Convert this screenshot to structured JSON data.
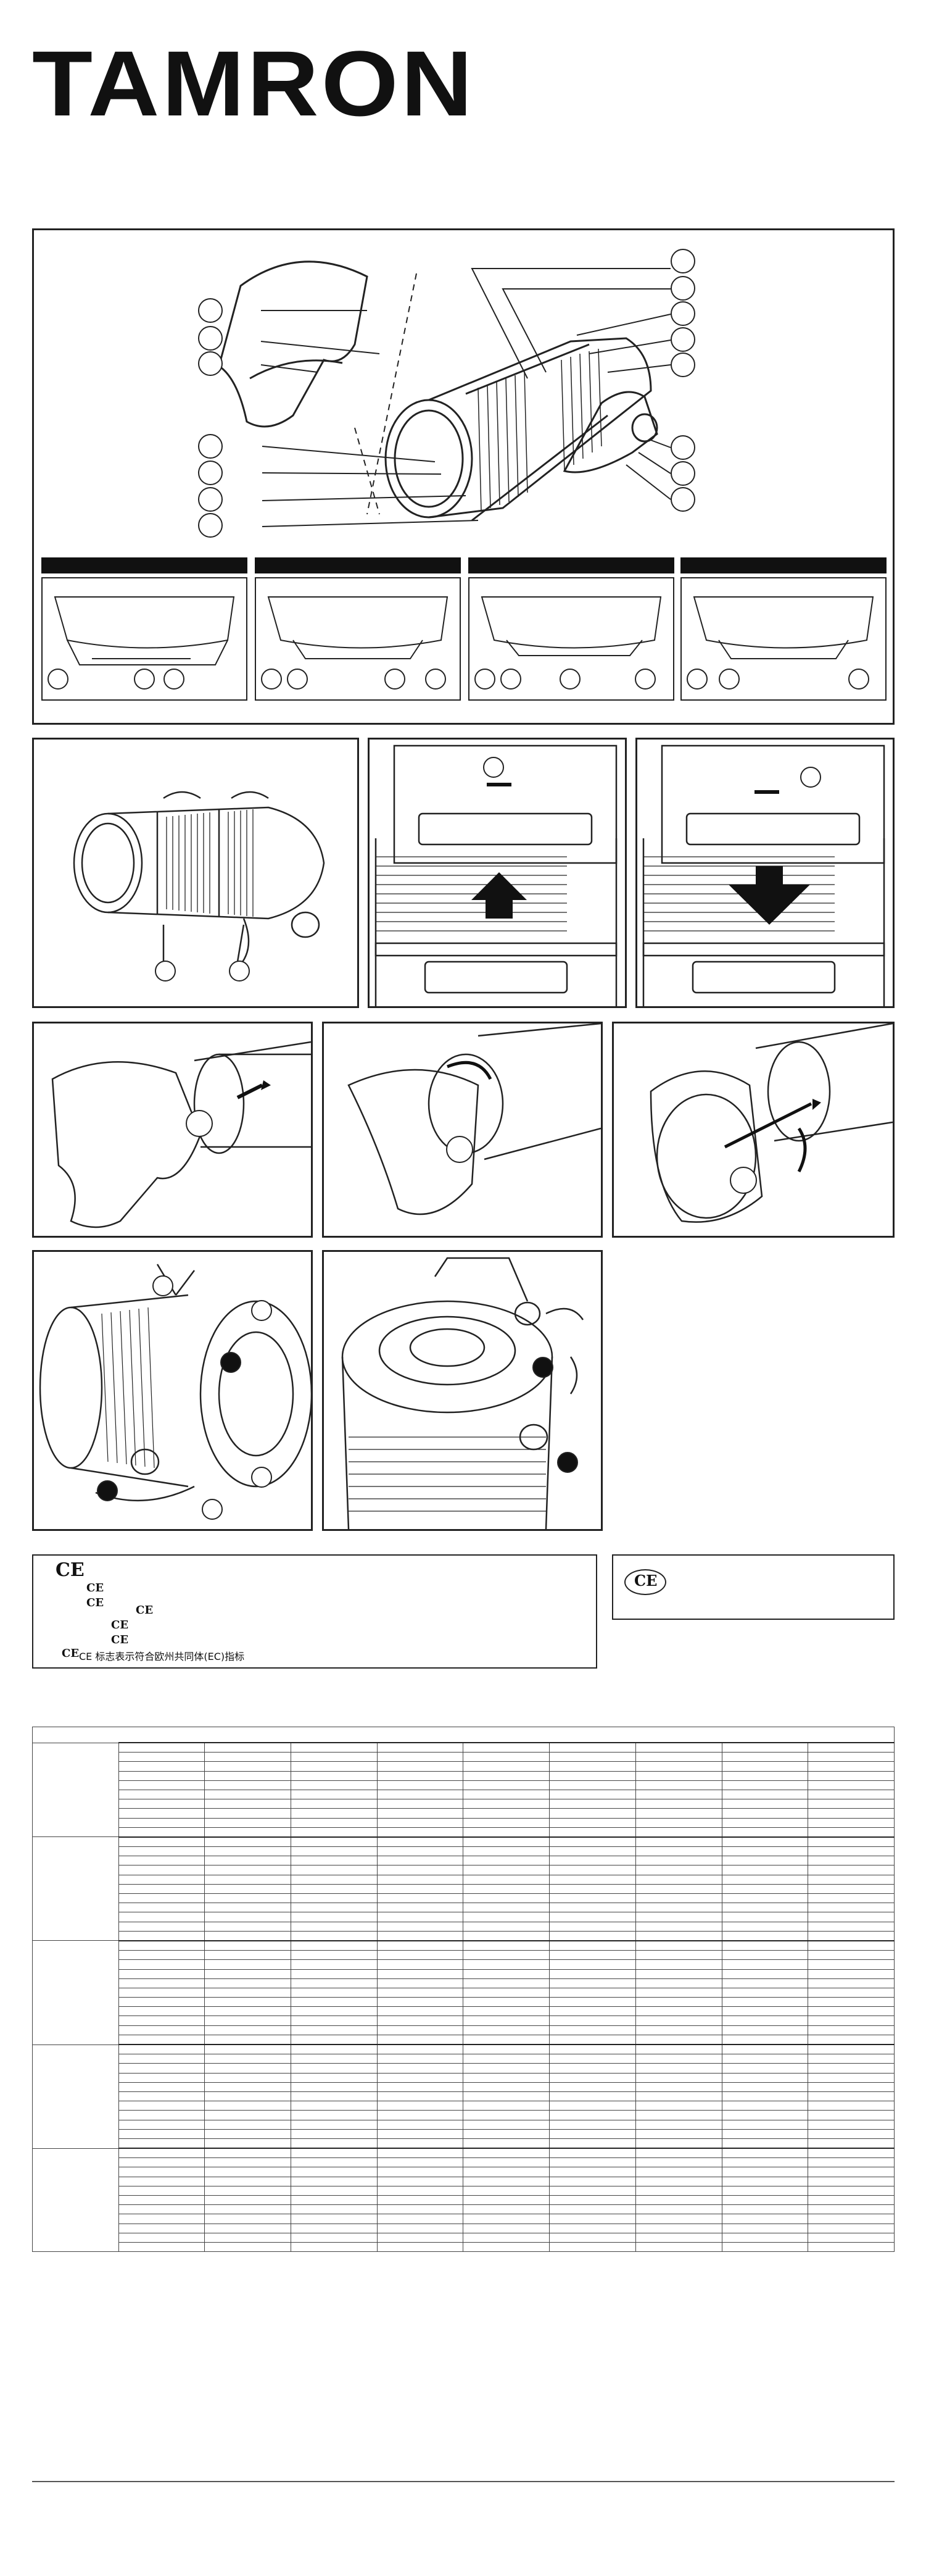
{
  "brand": {
    "logo_text": "TAMRON"
  },
  "overview": {
    "detail_views": [
      "view-1",
      "view-2",
      "view-3",
      "view-4"
    ]
  },
  "ce_notice": {
    "mark": "CE",
    "chinese_caption": "CE 标志表示符合欧州共同体(EC)指标"
  },
  "ce_small": {
    "mark": "CE"
  },
  "spec_table": {
    "groups": 5,
    "rows_per_group": 10,
    "columns": 9
  }
}
